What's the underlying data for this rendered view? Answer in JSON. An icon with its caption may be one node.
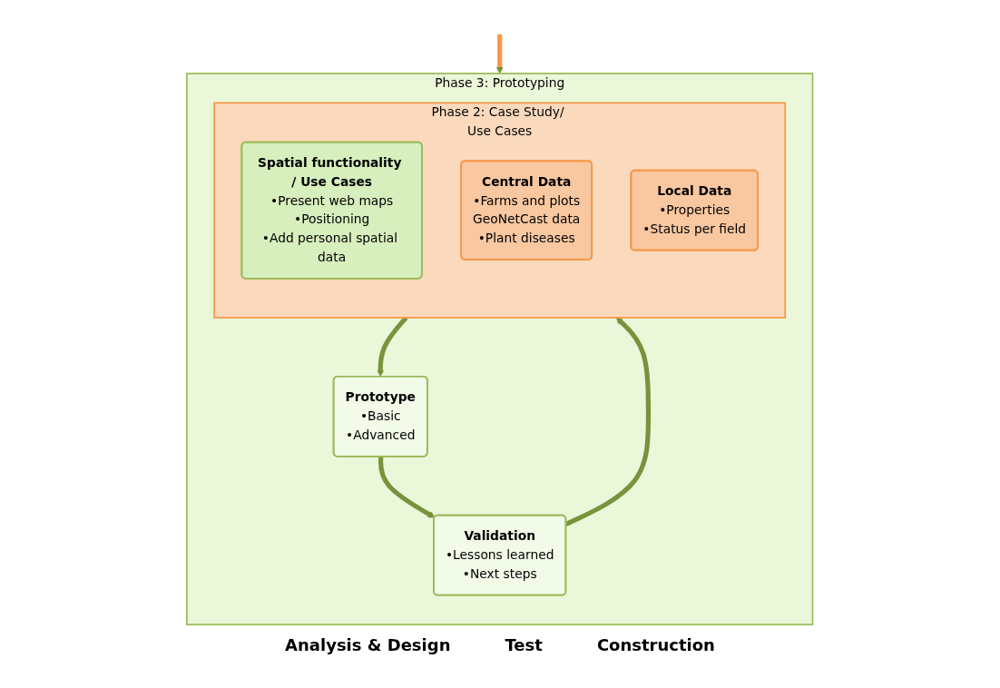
{
  "diagram": {
    "nodes": [
      {
        "text": [
          "Phase 3: Prototyping"
        ]
      },
      {
        "text": [
          "Phase 2: Case Study/ Use Cases"
        ],
        "in": 0
      },
      {
        "text": [
          "Spatial functionality / Use Cases",
          "•Present web maps",
          "•Positioning",
          "•Add personal spatial data"
        ],
        "in": 1
      },
      {
        "text": [
          "Central Data",
          "•Farms and plots",
          "GeoNetCast data",
          "•Plant diseases"
        ],
        "in": 1
      },
      {
        "text": [
          "Local Data",
          "•Properties",
          "•Status per field"
        ],
        "in": 1
      },
      {
        "text": [
          "Validation",
          "•Lessons learned",
          "•Next steps"
        ],
        "in": 0
      },
      {
        "text": [
          "Prototype",
          "•Basic",
          "•Advanced"
        ],
        "in": 0
      }
    ],
    "edges": [
      {
        "from": null,
        "to": 0,
        "arrow": "to",
        "color": "#f79646"
      },
      {
        "from": 1,
        "to": 6,
        "arrow": "to"
      },
      {
        "from": 6,
        "to": 5,
        "arrow": "to"
      },
      {
        "from": 5,
        "to": 1,
        "arrow": "to"
      }
    ],
    "labels": [
      "Analysis & Design",
      "Test",
      "Construction"
    ]
  }
}
